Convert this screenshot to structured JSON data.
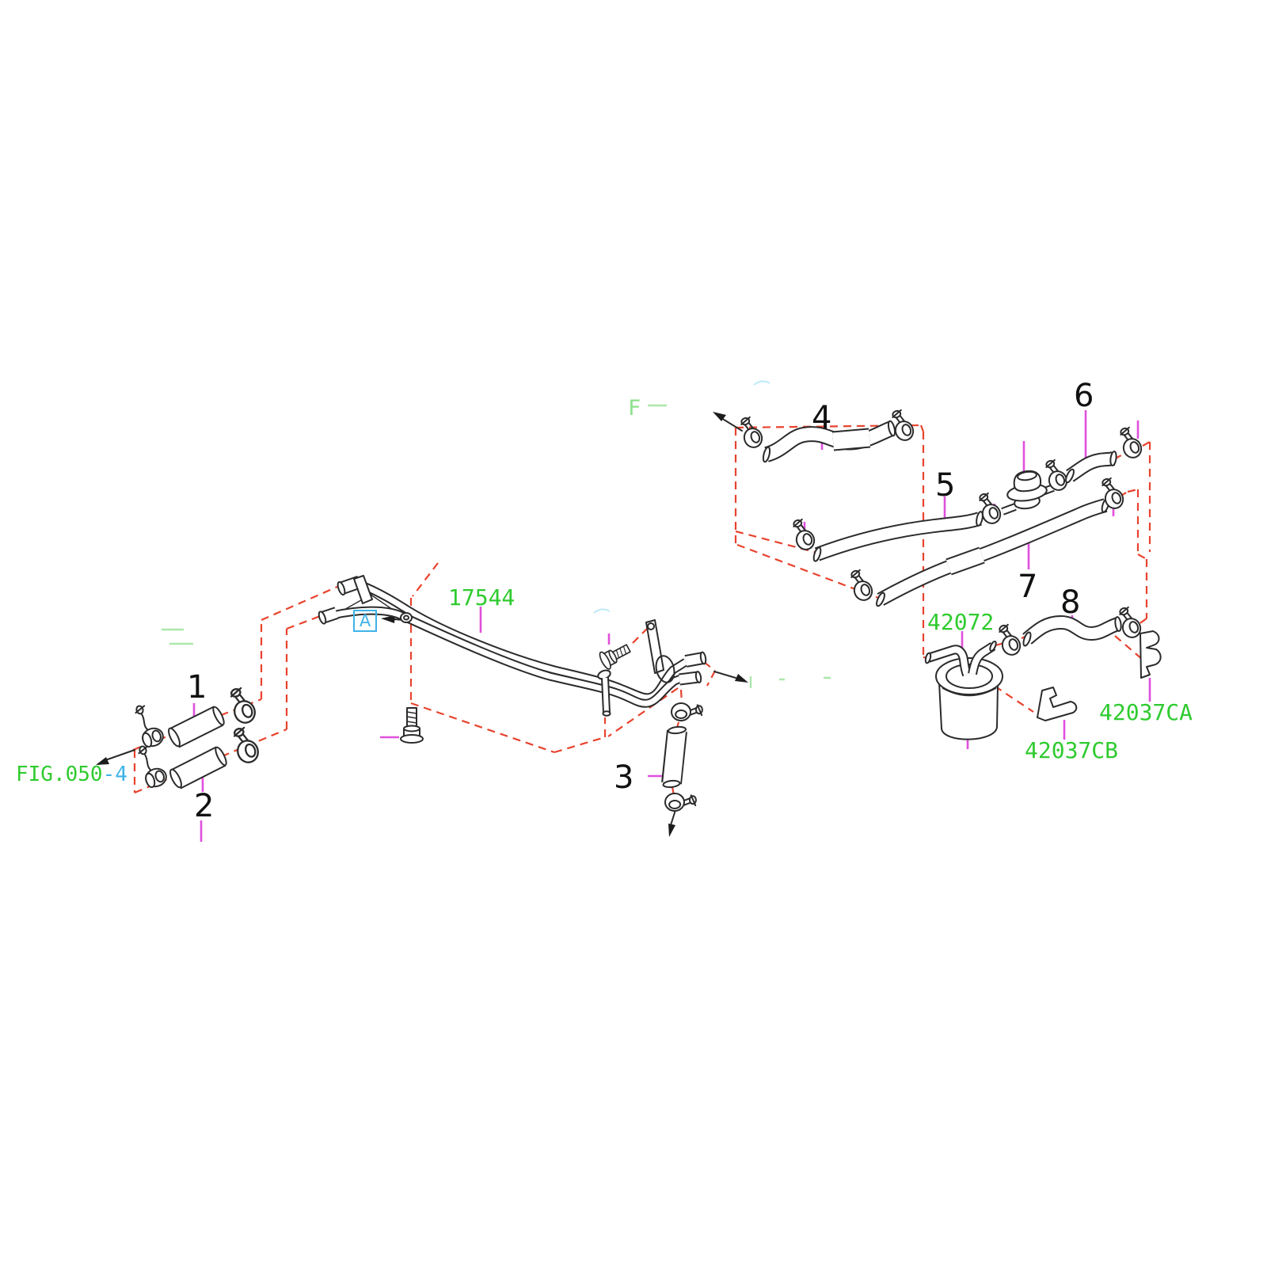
{
  "figure": {
    "description": "Fuel piping exploded parts diagram",
    "fig_ref": {
      "green": "FIG.050",
      "cyan": "-4"
    },
    "view_marker": "A",
    "faint_remnant": "F",
    "callouts": {
      "c1": "1",
      "c2": "2",
      "c3": "3",
      "c4": "4",
      "c5": "5",
      "c6": "6",
      "c7": "7",
      "c8": "8"
    },
    "parts": {
      "pipe_assembly": "17544",
      "fuel_filter": "42072",
      "bracket_ca": "42037CA",
      "bracket_cb": "42037CB"
    },
    "colors": {
      "line": "#2b2b2b",
      "dash_red": "#e8432e",
      "leader_magenta": "#e050dd",
      "part_label_green": "#2fcb2f",
      "marker_cyan": "#3fb3e8",
      "callout_black": "#111111"
    },
    "graphics": {
      "arrows": [
        "arrow-left-to-fig050",
        "arrow-up-left",
        "arrow-right",
        "arrow-down"
      ]
    }
  }
}
